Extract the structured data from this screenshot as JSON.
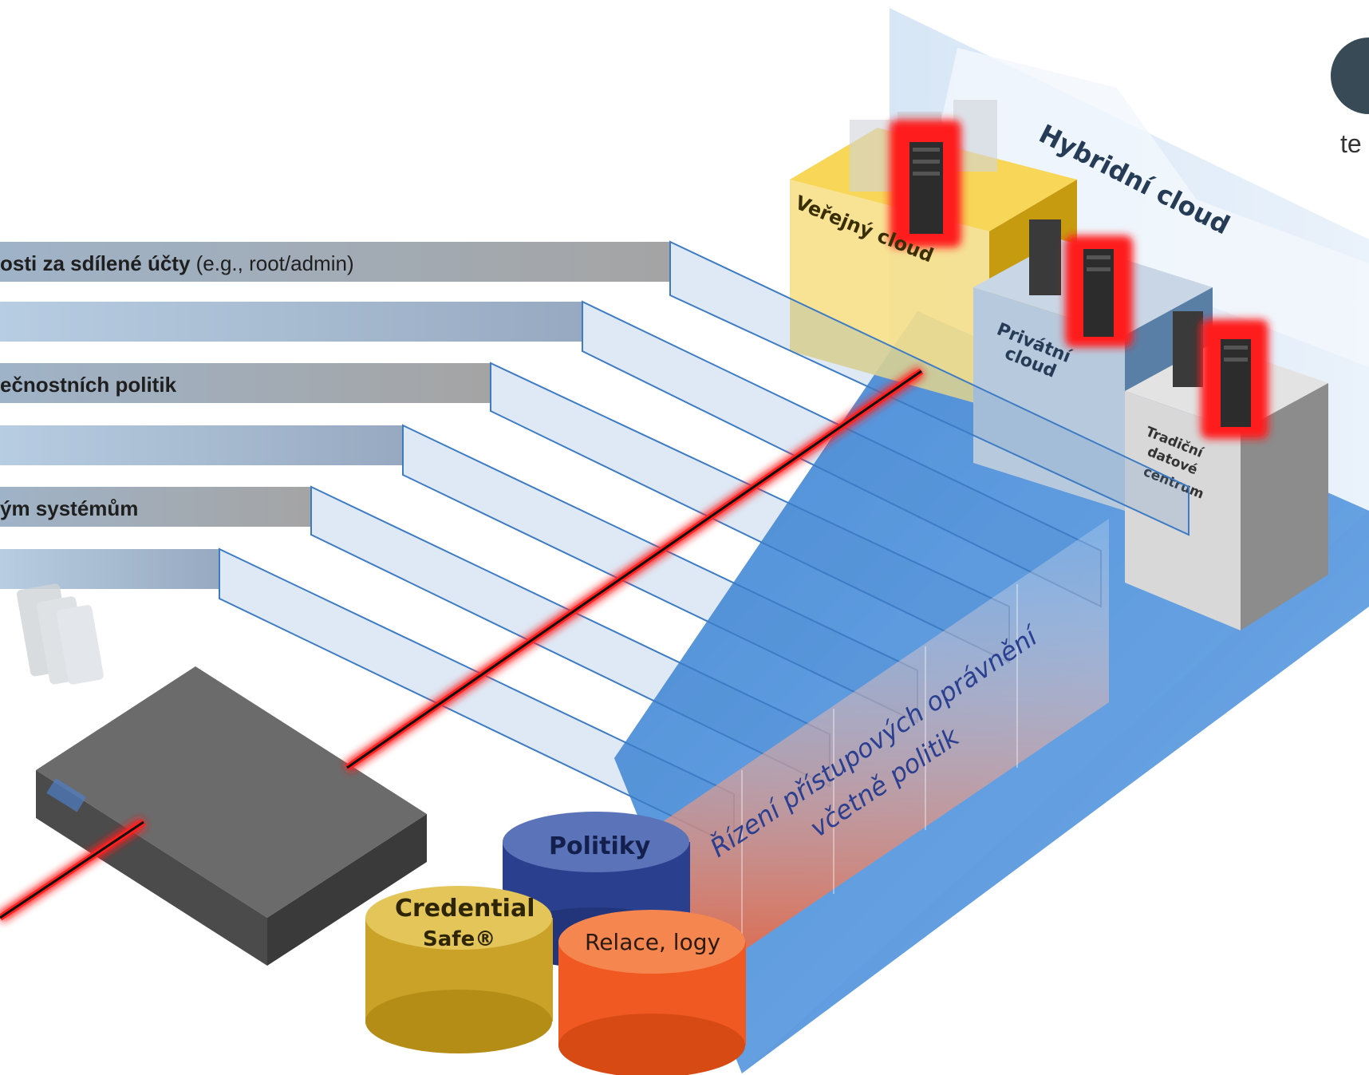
{
  "bars": [
    {
      "bold": "osti za sdílené účty",
      "normal": " (e.g., root/admin)"
    },
    {
      "bold": "",
      "normal": ""
    },
    {
      "bold": "ečnostních politik",
      "normal": ""
    },
    {
      "bold": "",
      "normal": ""
    },
    {
      "bold": "ým systémům",
      "normal": ""
    },
    {
      "bold": "",
      "normal": ""
    }
  ],
  "cloud": {
    "hybrid_label": "Hybridní cloud",
    "public_label": "Veřejný cloud",
    "private_label_1": "Privátní",
    "private_label_2": "cloud",
    "traditional_label_1": "Tradiční",
    "traditional_label_2": "datové",
    "traditional_label_3": "centrum"
  },
  "databases": {
    "policies": "Politiky",
    "credential_1": "Credential",
    "credential_2": "Safe®",
    "sessions": "Relace, logy"
  },
  "access_control_1": "Řízení přístupových oprávnění",
  "access_control_2": "včetně politik",
  "logo_text": "te",
  "colors": {
    "accent_red": "#e41b1b",
    "floor_blue": "#4a90d9",
    "gold_db": "#d4aa2a",
    "navy_db": "#2b3f8f",
    "orange_db": "#f05a22",
    "public_cloud": "#f5c518"
  }
}
